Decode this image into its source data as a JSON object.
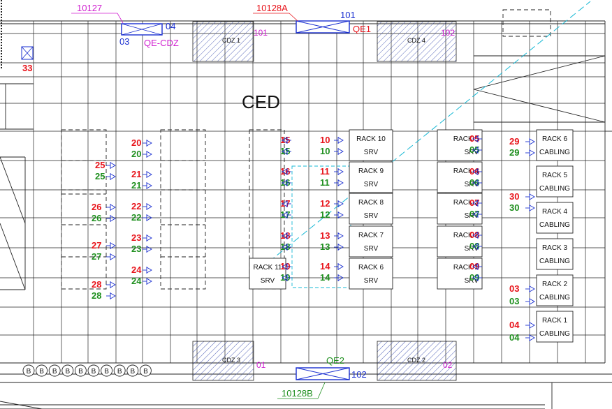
{
  "title": "CED",
  "room_refs": {
    "top_left": "10127",
    "top_mid": "10128A",
    "bottom": "10128B"
  },
  "cdz": [
    {
      "label": "CDZ 1",
      "num": "101"
    },
    {
      "label": "CDZ 4",
      "num": "102"
    },
    {
      "label": "CDZ 3",
      "num": "01"
    },
    {
      "label": "CDZ 2",
      "num": "02"
    }
  ],
  "qe": {
    "cdz": {
      "tag": "QE-CDZ",
      "left": "03",
      "right": "04"
    },
    "qe1": {
      "tag": "QE1",
      "num": "101"
    },
    "qe2": {
      "tag": "QE2",
      "num": "102"
    }
  },
  "box33": "33",
  "b_circles": [
    "B",
    "B",
    "B",
    "B",
    "B",
    "B",
    "B",
    "B",
    "B",
    "B"
  ],
  "srv_racks": [
    {
      "l1": "RACK 10",
      "l2": "SRV"
    },
    {
      "l1": "RACK 9",
      "l2": "SRV"
    },
    {
      "l1": "RACK 8",
      "l2": "SRV"
    },
    {
      "l1": "RACK 7",
      "l2": "SRV"
    },
    {
      "l1": "RACK 6",
      "l2": "SRV"
    },
    {
      "l1": "RACK 11",
      "l2": "SRV"
    },
    {
      "l1": "RACK 5",
      "l2": "SRV"
    },
    {
      "l1": "RACK 4",
      "l2": "SRV"
    },
    {
      "l1": "RACK 3",
      "l2": "SRV"
    },
    {
      "l1": "RACK 2",
      "l2": "SRV"
    },
    {
      "l1": "RACK 1",
      "l2": "SRV"
    }
  ],
  "cabling_racks": [
    {
      "l1": "RACK 6",
      "l2": "CABLING"
    },
    {
      "l1": "RACK 5",
      "l2": "CABLING"
    },
    {
      "l1": "RACK 4",
      "l2": "CABLING"
    },
    {
      "l1": "RACK 3",
      "l2": "CABLING"
    },
    {
      "l1": "RACK 2",
      "l2": "CABLING"
    },
    {
      "l1": "RACK 1",
      "l2": "CABLING"
    }
  ],
  "outlets": {
    "red": [
      "20",
      "25",
      "21",
      "26",
      "22",
      "27",
      "23",
      "24",
      "28",
      "15",
      "16",
      "17",
      "18",
      "19",
      "10",
      "11",
      "12",
      "13",
      "14",
      "05",
      "06",
      "07",
      "08",
      "09",
      "29",
      "30",
      "03",
      "04"
    ],
    "green": [
      "20",
      "25",
      "21",
      "26",
      "22",
      "27",
      "23",
      "24",
      "28",
      "15",
      "16",
      "17",
      "18",
      "19",
      "10",
      "11",
      "12",
      "13",
      "14",
      "05",
      "06",
      "07",
      "08",
      "09",
      "29",
      "30",
      "03",
      "04"
    ]
  },
  "colors": {
    "red": "#e8141b",
    "green": "#1e8f1e",
    "blue": "#1a2fd0",
    "magenta": "#d020d0",
    "cyan": "#16b8d4",
    "line": "#222222"
  }
}
